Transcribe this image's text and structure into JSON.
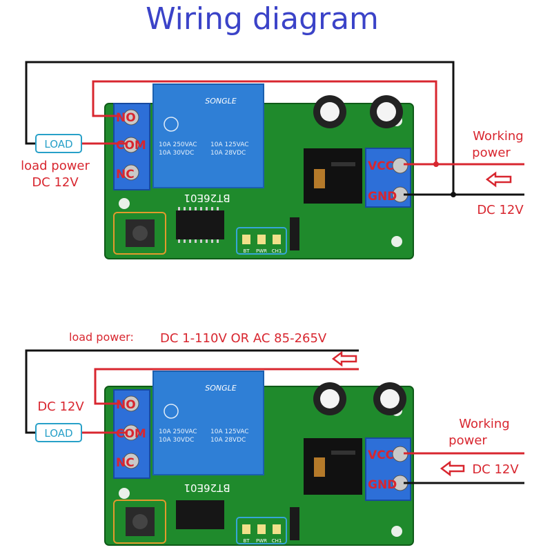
{
  "title": "Wiring diagram",
  "colors": {
    "title": "#3b43c8",
    "wire_black": "#111111",
    "wire_red": "#d8262f",
    "pcb": "#1f8a2c",
    "relay": "#2f7fd6",
    "terminal": "#2d6fd8",
    "label_red": "#d8262f",
    "load_box": "#27a0c8"
  },
  "diagram1": {
    "relay_terminals": [
      "NO",
      "COM",
      "NC"
    ],
    "load_label": "LOAD",
    "load_power_line1": "load power",
    "load_power_line2": "DC 12V",
    "working_power_line1": "Working",
    "working_power_line2": "power",
    "power_voltage": "DC 12V",
    "power_terminals": [
      "VCC",
      "GND"
    ],
    "board_model": "BT26E01",
    "relay_brand": "SONGLE",
    "relay_ratings": [
      "10A 250VAC",
      "10A 125VAC",
      "10A 30VDC",
      "10A 28VDC"
    ],
    "led_labels": [
      "BT",
      "PWR",
      "CH1"
    ]
  },
  "diagram2": {
    "relay_terminals": [
      "NO",
      "COM",
      "NC"
    ],
    "load_label": "LOAD",
    "load_power_prefix": "load power:",
    "load_power_value": "DC 1-110V OR AC 85-265V",
    "load_power_side": "DC 12V",
    "working_power_line1": "Working",
    "working_power_line2": "power",
    "power_voltage": "DC 12V",
    "power_terminals": [
      "VCC",
      "GND"
    ],
    "board_model": "BT26E01",
    "relay_brand": "SONGLE",
    "relay_ratings": [
      "10A 250VAC",
      "10A 125VAC",
      "10A 30VDC",
      "10A 28VDC"
    ],
    "led_labels": [
      "BT",
      "PWR",
      "CH1"
    ]
  }
}
